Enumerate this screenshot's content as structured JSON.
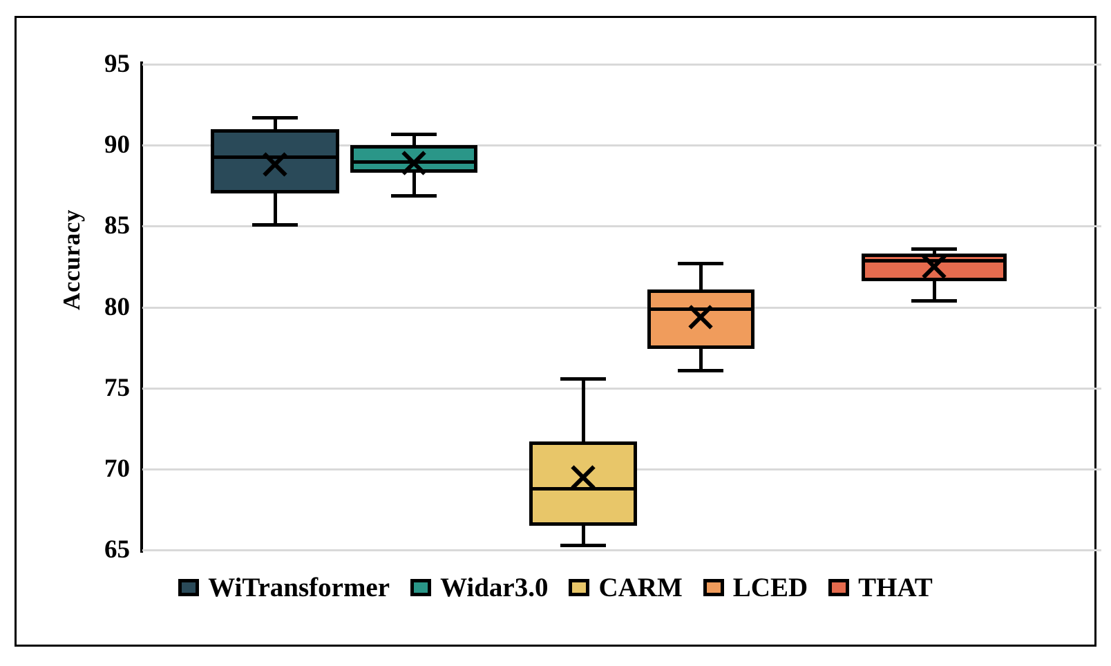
{
  "chart_data": {
    "type": "box",
    "title": "",
    "xlabel": "",
    "ylabel": "Accuracy",
    "ylim": [
      65,
      95
    ],
    "yticks": [
      95,
      90,
      85,
      80,
      75,
      70,
      65
    ],
    "grid": true,
    "legend_position": "bottom",
    "categories": [
      "WiTransformer",
      "Widar3.0",
      "CARM",
      "LCED",
      "THAT"
    ],
    "series": [
      {
        "name": "WiTransformer",
        "color": "#2A4A59",
        "whisker_low": 85.1,
        "q1": 87.0,
        "median": 89.3,
        "q3": 91.0,
        "whisker_high": 91.7,
        "mean": 88.8
      },
      {
        "name": "Widar3.0",
        "color": "#2A9688",
        "whisker_low": 86.9,
        "q1": 88.3,
        "median": 89.0,
        "q3": 90.0,
        "whisker_high": 90.7,
        "mean": 88.9
      },
      {
        "name": "CARM",
        "color": "#E8C669",
        "whisker_low": 65.3,
        "q1": 66.5,
        "median": 68.8,
        "q3": 71.7,
        "whisker_high": 75.6,
        "mean": 69.5
      },
      {
        "name": "LCED",
        "color": "#F09C5C",
        "whisker_low": 76.1,
        "q1": 77.4,
        "median": 79.9,
        "q3": 81.1,
        "whisker_high": 82.7,
        "mean": 79.4
      },
      {
        "name": "THAT",
        "color": "#E56B4E",
        "whisker_low": 80.4,
        "q1": 81.6,
        "median": 82.9,
        "q3": 83.3,
        "whisker_high": 83.6,
        "mean": 82.5
      }
    ]
  },
  "axis": {
    "y_label": "Accuracy",
    "y_tick_labels": [
      "95",
      "90",
      "85",
      "80",
      "75",
      "70",
      "65"
    ]
  },
  "legend": {
    "items": [
      {
        "label": "WiTransformer",
        "color": "#2A4A59"
      },
      {
        "label": "Widar3.0",
        "color": "#2A9688"
      },
      {
        "label": "CARM",
        "color": "#E8C669"
      },
      {
        "label": "LCED",
        "color": "#F09C5C"
      },
      {
        "label": "THAT",
        "color": "#E56B4E"
      }
    ]
  },
  "style": {
    "gridline_color": "#D9D9D9",
    "axis_color": "#000000",
    "frame_color": "#000000",
    "background": "#FFFFFF"
  }
}
